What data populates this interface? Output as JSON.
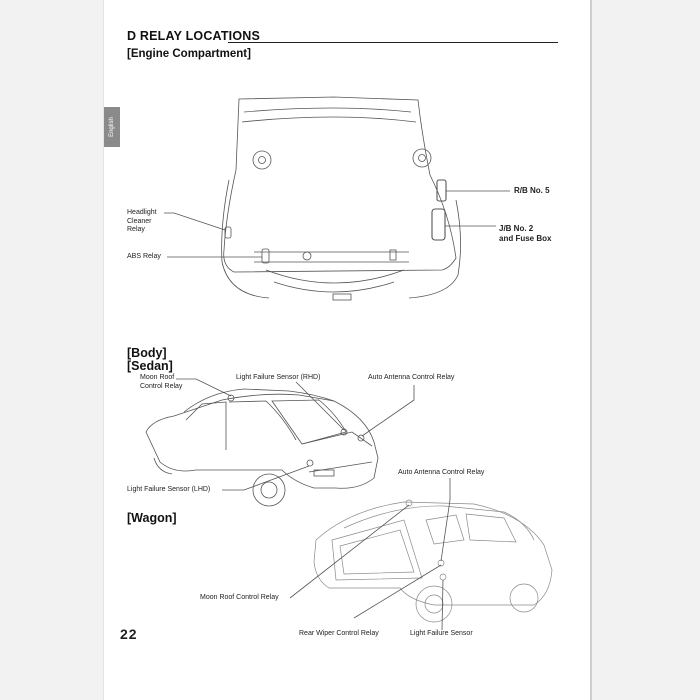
{
  "header": {
    "section_title": "D   RELAY LOCATIONS",
    "engine_heading": "[Engine Compartment]"
  },
  "side_tab": {
    "label": "English"
  },
  "engine": {
    "headlight_cleaner_relay": [
      "Headlight",
      "Cleaner",
      "Relay"
    ],
    "abs_relay": "ABS Relay",
    "rb_no5": "R/B No. 5",
    "jb_no2": [
      "J/B No. 2",
      "and Fuse Box"
    ]
  },
  "body": {
    "heading_body": "[Body]",
    "heading_sedan": "[Sedan]",
    "moon_roof_control_relay_sedan": [
      "Moon Roof",
      "Control Relay"
    ],
    "light_failure_sensor_rhd": "Light Failure Sensor (RHD)",
    "auto_antenna_control_relay_sedan": "Auto Antenna Control Relay",
    "light_failure_sensor_lhd": "Light Failure Sensor (LHD)"
  },
  "wagon": {
    "heading": "[Wagon]",
    "auto_antenna_control_relay": "Auto Antenna Control Relay",
    "moon_roof_control_relay": "Moon Roof Control Relay",
    "rear_wiper_control_relay": "Rear Wiper Control Relay",
    "light_failure_sensor": "Light Failure Sensor"
  },
  "footer": {
    "page_number": "22"
  }
}
